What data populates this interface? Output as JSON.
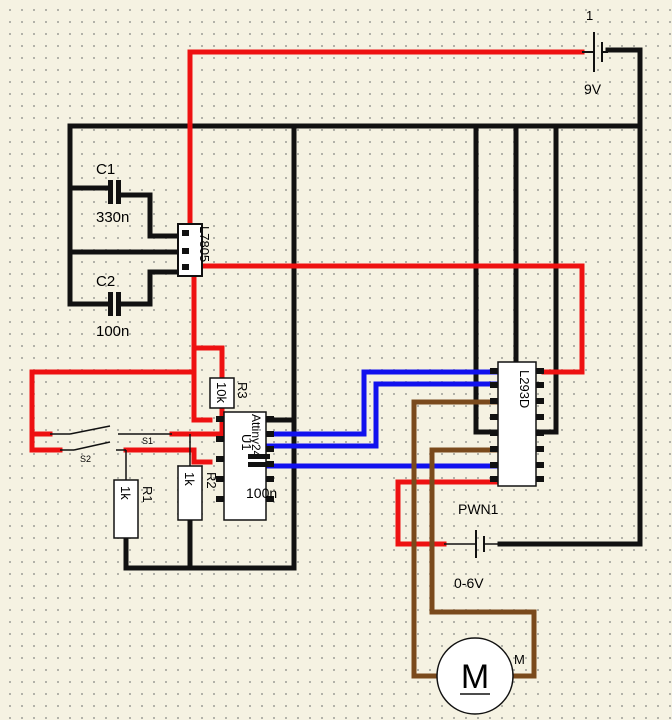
{
  "colors": {
    "ground_wire": "#111111",
    "power_wire": "#ee1111",
    "signal_wire": "#1111ee",
    "motor_wire": "#7a4a1c",
    "background": "#f5f2e2"
  },
  "components": {
    "battery": {
      "ref": "1",
      "value": "9V"
    },
    "c1": {
      "ref": "C1",
      "value": "330n"
    },
    "c2": {
      "ref": "C2",
      "value": "100n"
    },
    "regulator": {
      "ref": "L7805"
    },
    "r1": {
      "ref": "R1",
      "value": "1k"
    },
    "r2": {
      "ref": "R2",
      "value": "1k"
    },
    "r3": {
      "ref": "R3",
      "value": "10k"
    },
    "microcontroller": {
      "ref": "U1",
      "part": "Attiny24"
    },
    "c3": {
      "value": "100n"
    },
    "driver": {
      "ref": "L293D"
    },
    "pwm_source": {
      "ref": "PWN1",
      "value": "0-6V"
    },
    "switch1": {
      "ref": "S1"
    },
    "switch2": {
      "ref": "S2"
    },
    "motor": {
      "ref": "M",
      "symbol": "M"
    }
  }
}
